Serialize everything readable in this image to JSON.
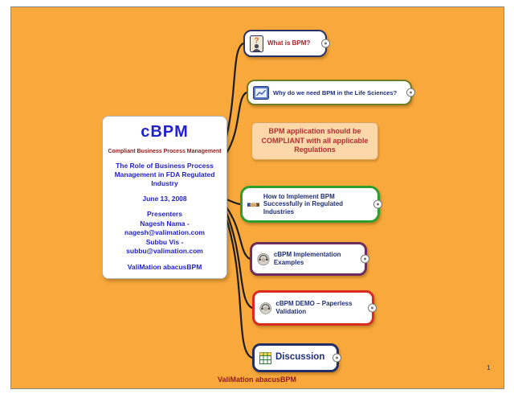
{
  "slide": {
    "background_color": "#f9a93c",
    "footer_text": "ValiMation abacusBPM",
    "page_number": "1"
  },
  "central_topic": {
    "title": "cBPM",
    "title_color": "#2222cc",
    "subtitle": "Compliant Business Process Management",
    "subtitle_color": "#8b1a1a",
    "description": "The Role of Business Process Management in FDA Regulated Industry",
    "date": "June 13, 2008",
    "presenters_heading": "Presenters",
    "presenter1_name": "Nagesh Nama -",
    "presenter1_email": "nagesh@valimation.com",
    "presenter2_name": "Subbu Vis -",
    "presenter2_email": "subbu@valimation.com",
    "company": "ValiMation abacusBPM",
    "text_color": "#2222cc"
  },
  "callout": {
    "text": "BPM application should be COMPLIANT with all applicable Regulations",
    "background_color": "#fbd7a9",
    "border_color": "#dfa15c",
    "text_color": "#b03030"
  },
  "nodes": [
    {
      "label": "What is BPM?",
      "icon": "question-person-icon",
      "border_color": "#2a3166",
      "text_color": "#a3262b"
    },
    {
      "label": "Why do we need BPM in the Life Sciences?",
      "icon": "book-icon",
      "border_color": "#6f7c1f",
      "text_color": "#1f2f77"
    },
    {
      "label": "How to Implement BPM Successfully in Regulated Industries",
      "icon": "handshake-icon",
      "border_color": "#2e9e2e",
      "text_color": "#1f2f77"
    },
    {
      "label": "cBPM Implementation Examples",
      "icon": "support-agent-icon",
      "border_color": "#6e2d5c",
      "text_color": "#1f2f77"
    },
    {
      "label": "cBPM DEMO – Paperless Validation",
      "icon": "support-agent-icon",
      "border_color": "#d92b22",
      "text_color": "#1f2f77"
    },
    {
      "label": "Discussion",
      "icon": "grid-icon",
      "border_color": "#232d66",
      "text_color": "#1f2f77"
    }
  ]
}
